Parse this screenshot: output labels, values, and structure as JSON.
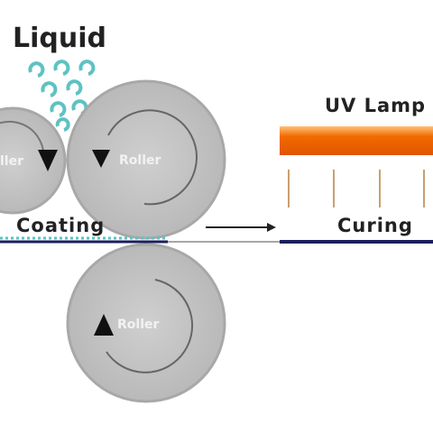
{
  "labels": {
    "liquid": "Liquid",
    "uv_lamp": "UV Lamp",
    "coating": "Coating",
    "curing": "Curing",
    "roller_left": "ller",
    "roller_right": "Roller",
    "roller_bottom": "Roller"
  },
  "colors": {
    "roller_fill": "#c8c8c8",
    "roller_edge": "#a0a0a0",
    "lamp_orange": "#f26a00",
    "lamp_glow": "#ffb060",
    "droplet": "#6cc9c9",
    "web_navy": "#1a1f5e",
    "arrow": "#222222"
  },
  "icons": {
    "droplets": "liquid-droplet-icon",
    "rotation": "rotation-arrow-icon",
    "direction": "direction-arrow-icon"
  }
}
